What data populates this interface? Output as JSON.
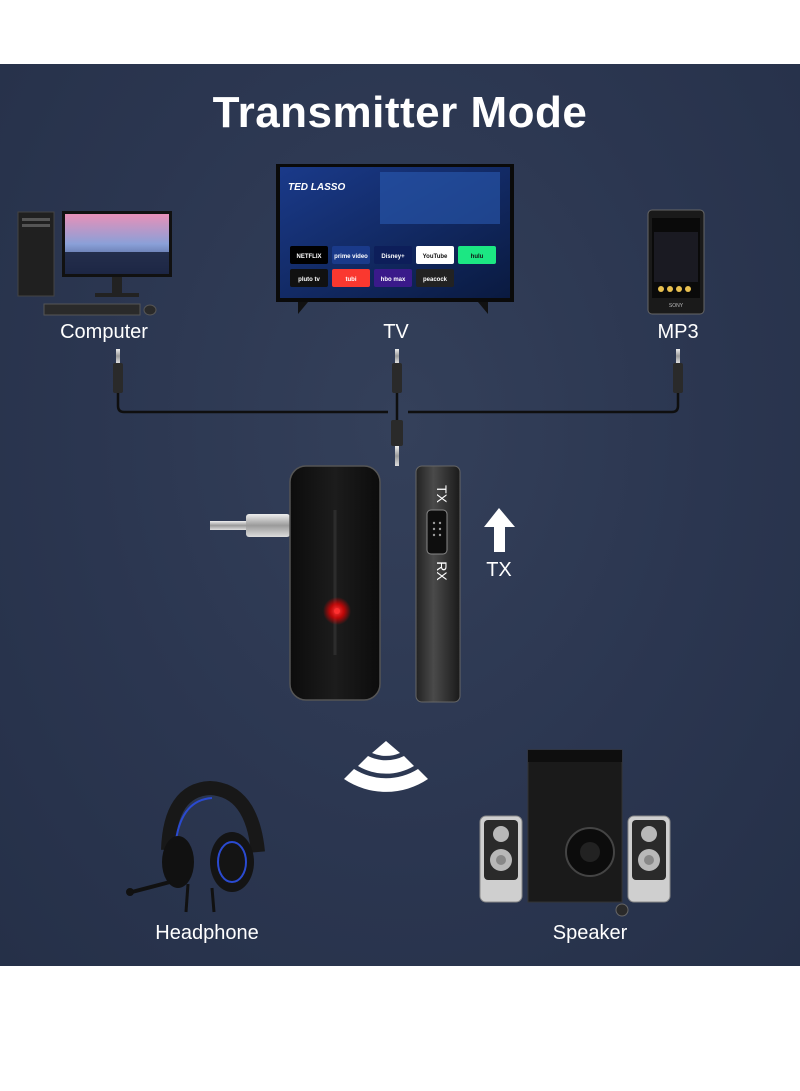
{
  "title": "Transmitter Mode",
  "sources": [
    {
      "label": "Computer"
    },
    {
      "label": "TV"
    },
    {
      "label": "MP3"
    }
  ],
  "tv_screen": {
    "show_title": "TED LASSO",
    "apps": [
      "NETFLIX",
      "prime video",
      "Disney+",
      "YouTube",
      "hulu",
      "pluto tv",
      "tubi",
      "hbo max",
      "peacock"
    ]
  },
  "mp3_brand": "SONY",
  "device": {
    "switch_top": "TX",
    "switch_bottom": "RX",
    "mode_label": "TX"
  },
  "outputs": [
    {
      "label": "Headphone"
    },
    {
      "label": "Speaker"
    }
  ],
  "colors": {
    "background": "#2b3650",
    "text": "#ffffff",
    "indicator": "#ff2020"
  }
}
